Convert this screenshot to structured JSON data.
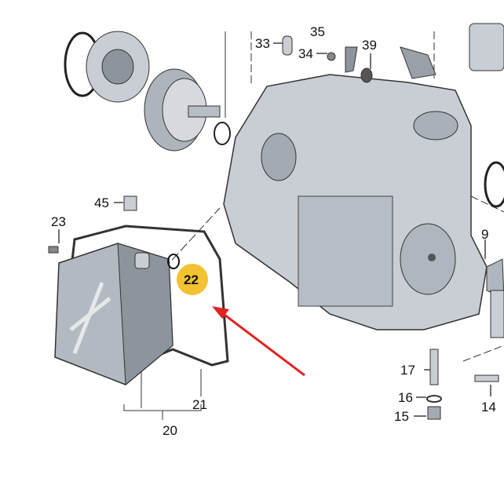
{
  "diagram": {
    "highlight_color": "#f2c230",
    "arrow_color": "#e02424",
    "part_gray": "#c9ced4",
    "highlighted_part": "22",
    "labels": {
      "p33": "33",
      "p35": "35",
      "p34": "34",
      "p39": "39",
      "p45": "45",
      "p23": "23",
      "p22": "22",
      "p21": "21",
      "p20": "20",
      "p9": "9",
      "p17": "17",
      "p16": "16",
      "p15": "15",
      "p14": "14"
    }
  }
}
